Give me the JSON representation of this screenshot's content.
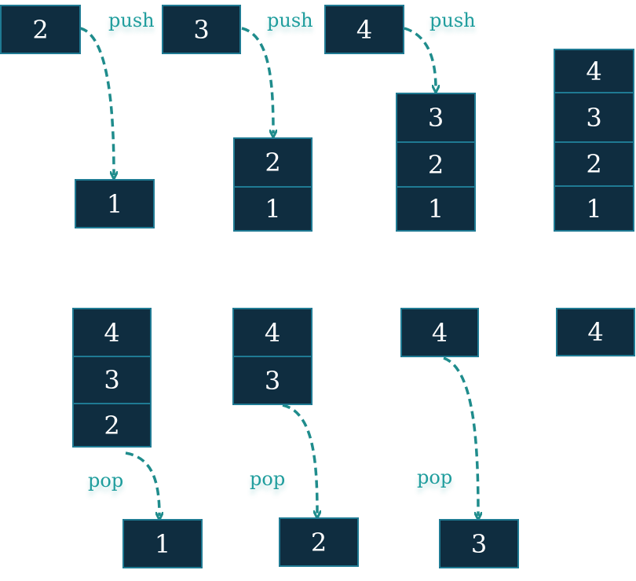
{
  "colors": {
    "box_fill": "#0f2d40",
    "box_border": "#1f7a93",
    "arrow": "#1f8c8c",
    "label": "#1f9d9d"
  },
  "push_row": {
    "step1": {
      "incoming": "2",
      "label": "push",
      "stack": [
        "1"
      ]
    },
    "step2": {
      "incoming": "3",
      "label": "push",
      "stack": [
        "2",
        "1"
      ]
    },
    "step3": {
      "incoming": "4",
      "label": "push",
      "stack": [
        "3",
        "2",
        "1"
      ]
    },
    "step4": {
      "stack": [
        "4",
        "3",
        "2",
        "1"
      ]
    }
  },
  "pop_row": {
    "step1": {
      "stack": [
        "4",
        "3",
        "2"
      ],
      "label": "pop",
      "outgoing": "1"
    },
    "step2": {
      "stack": [
        "4",
        "3"
      ],
      "label": "pop",
      "outgoing": "2"
    },
    "step3": {
      "stack": [
        "4"
      ],
      "label": "pop",
      "outgoing": "3"
    },
    "step4": {
      "stack": [
        "4"
      ]
    }
  }
}
